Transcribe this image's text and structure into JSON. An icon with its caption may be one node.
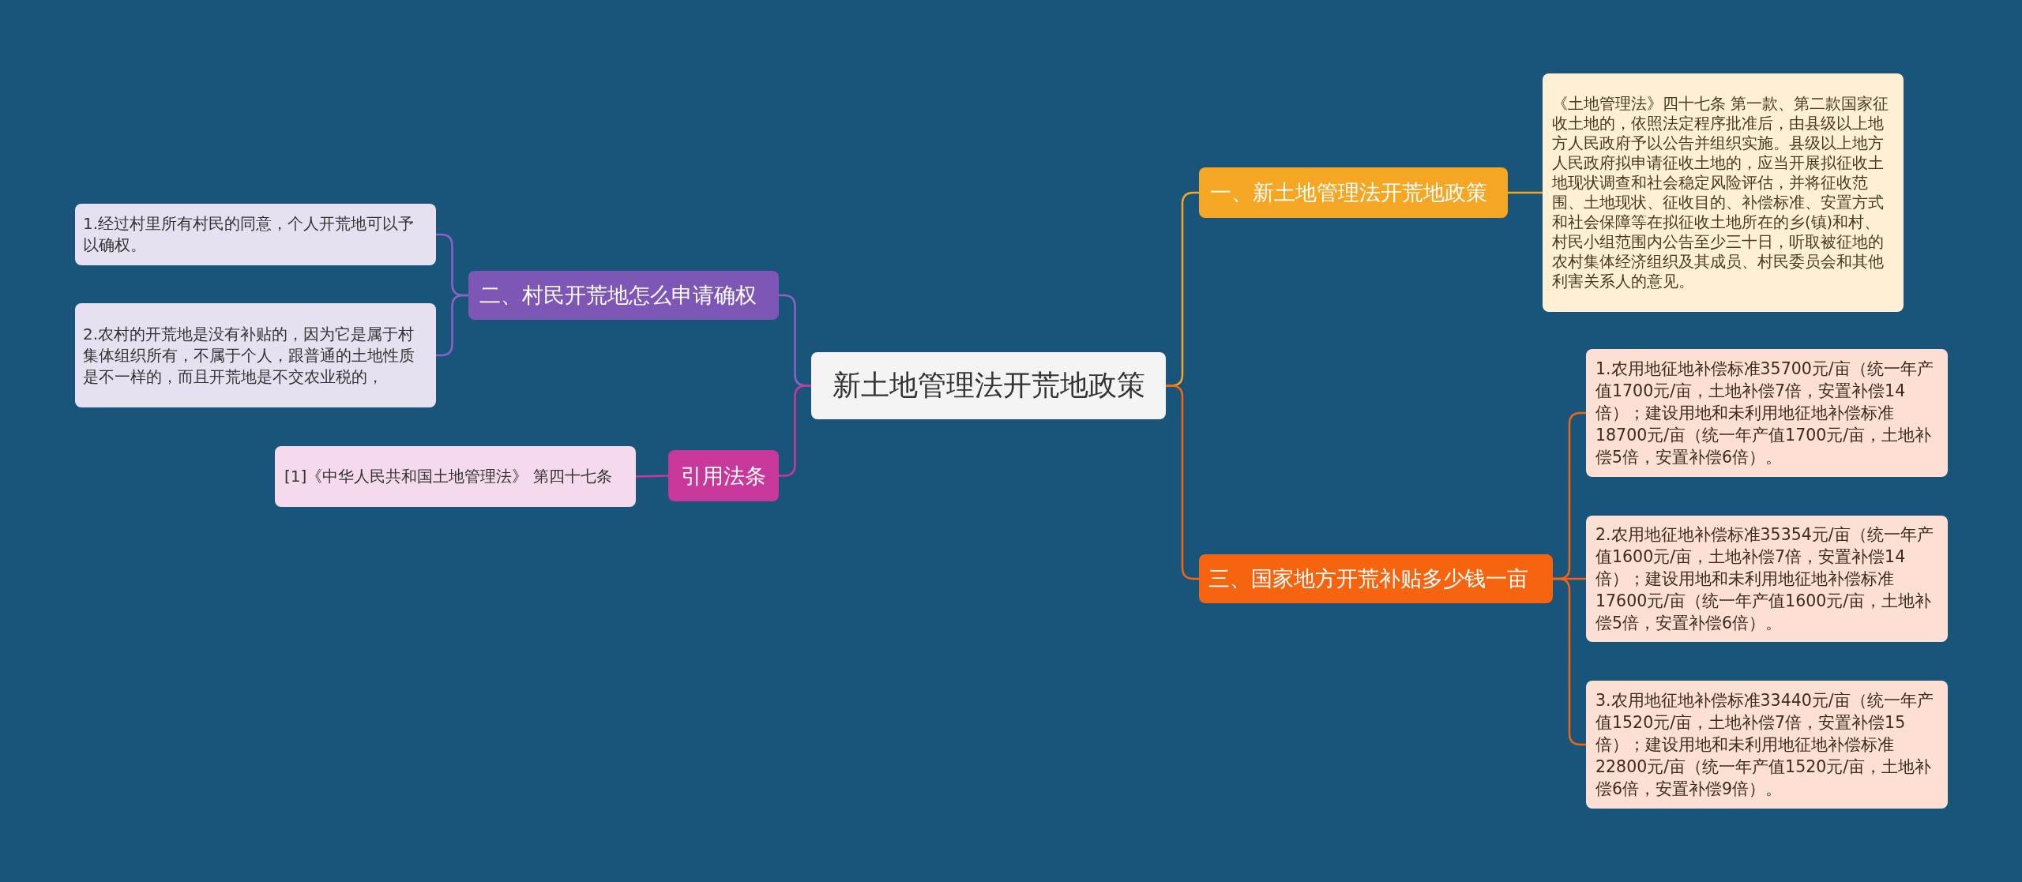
{
  "diagram": {
    "nodes": [
      {
        "text": [
          "新土地管理法开荒地政策"
        ]
      },
      {
        "text": [
          "一、新土地管理法开荒地政策"
        ]
      },
      {
        "text": [
          "《土地管理法》四十七条 第一款、第二款国家征收土地的，依照法定程序批准后，由县级以上地方人民政府予以公告并组织实施。县级以上地方人民政府拟申请征收土地的，应当开展拟征收土地现状调查和社会稳定风险评估，并将征收范围、土地现状、征收目的、补偿标准、安置方式和社会保障等在拟征收土地所在的乡(镇)和村、村民小组范围内公告至少三十日，听取被征地的农村集体经济组织及其成员、村民委员会和其他利害关系人的意见。"
        ]
      },
      {
        "text": [
          "三、国家地方开荒补贴多少钱一亩"
        ]
      },
      {
        "text": [
          "1.农用地征地补偿标准35700元/亩（统一年产值1700元/亩，土地补偿7倍，安置补偿14倍）；建设用地和未利用地征地补偿标准18700元/亩（统一年产值1700元/亩，土地补偿5倍，安置补偿6倍）。"
        ]
      },
      {
        "text": [
          "2.农用地征地补偿标准35354元/亩（统一年产值1600元/亩，土地补偿7倍，安置补偿14倍）；建设用地和未利用地征地补偿标准17600元/亩（统一年产值1600元/亩，土地补偿5倍，安置补偿6倍）。"
        ]
      },
      {
        "text": [
          "3.农用地征地补偿标准33440元/亩（统一年产值1520元/亩，土地补偿7倍，安置补偿15倍）；建设用地和未利用地征地补偿标准22800元/亩（统一年产值1520元/亩，土地补偿6倍，安置补偿9倍）。"
        ]
      },
      {
        "text": [
          "二、村民开荒地怎么申请确权"
        ]
      },
      {
        "text": [
          "1.经过村里所有村民的同意，个人开荒地可以予以确权。"
        ]
      },
      {
        "text": [
          "2.农村的开荒地是没有补贴的，因为它是属于村集体组织所有，不属于个人，跟普通的土地性质是不一样的，而且开荒地是不交农业税的，"
        ]
      },
      {
        "text": [
          "引用法条"
        ]
      },
      {
        "text": [
          "[1]《中华人民共和国土地管理法》 第四十七条"
        ]
      }
    ],
    "edges": [
      {
        "from": 0,
        "to": 1,
        "arrow": "none",
        "color": "#f5a623"
      },
      {
        "from": 1,
        "to": 2,
        "arrow": "none",
        "color": "#f5a623"
      },
      {
        "from": 0,
        "to": 3,
        "arrow": "none",
        "color": "#f7640f"
      },
      {
        "from": 3,
        "to": 4,
        "arrow": "none",
        "color": "#f7640f"
      },
      {
        "from": 3,
        "to": 5,
        "arrow": "none",
        "color": "#f7640f"
      },
      {
        "from": 3,
        "to": 6,
        "arrow": "none",
        "color": "#f7640f"
      },
      {
        "from": 0,
        "to": 7,
        "arrow": "none",
        "color": "#8e62c4"
      },
      {
        "from": 7,
        "to": 8,
        "arrow": "none",
        "color": "#8e62c4"
      },
      {
        "from": 7,
        "to": 9,
        "arrow": "none",
        "color": "#8e62c4"
      },
      {
        "from": 0,
        "to": 10,
        "arrow": "none",
        "color": "#c8379a"
      },
      {
        "from": 10,
        "to": 11,
        "arrow": "none",
        "color": "#c8379a"
      }
    ]
  }
}
